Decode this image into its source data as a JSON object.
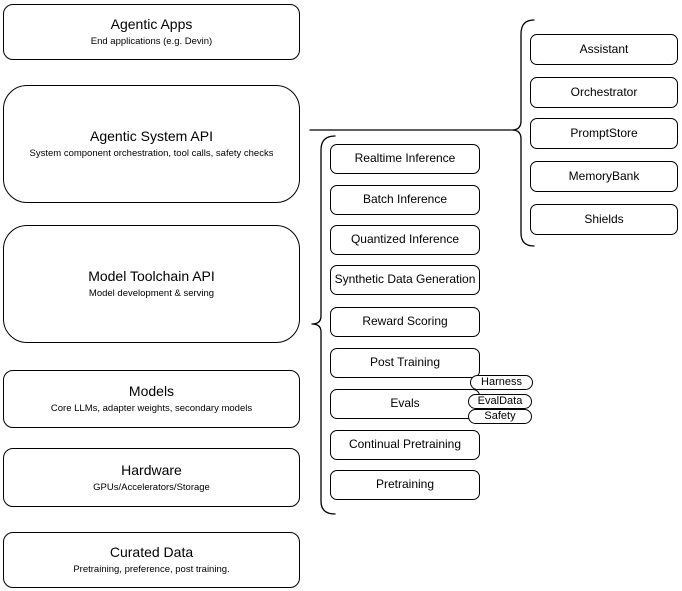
{
  "diagram": {
    "stack": [
      {
        "title": "Agentic Apps",
        "subtitle": "End applications (e.g. Devin)"
      },
      {
        "title": "Agentic System API",
        "subtitle": "System component orchestration, tool calls, safety checks"
      },
      {
        "title": "Model Toolchain API",
        "subtitle": "Model development & serving"
      },
      {
        "title": "Models",
        "subtitle": "Core LLMs, adapter weights, secondary models"
      },
      {
        "title": "Hardware",
        "subtitle": "GPUs/Accelerators/Storage"
      },
      {
        "title": "Curated Data",
        "subtitle": "Pretraining, preference, post training."
      }
    ],
    "toolchain_services": [
      "Realtime Inference",
      "Batch Inference",
      "Quantized Inference",
      "Synthetic Data Generation",
      "Reward Scoring",
      "Post Training",
      "Evals",
      "Continual Pretraining",
      "Pretraining"
    ],
    "evals_tags": [
      "Harness",
      "EvalData",
      "Safety"
    ],
    "system_components": [
      "Assistant",
      "Orchestrator",
      "PromptStore",
      "MemoryBank",
      "Shields"
    ],
    "colors": {
      "stroke": "#000000",
      "fill": "#ffffff",
      "background": "#ffffff"
    }
  }
}
